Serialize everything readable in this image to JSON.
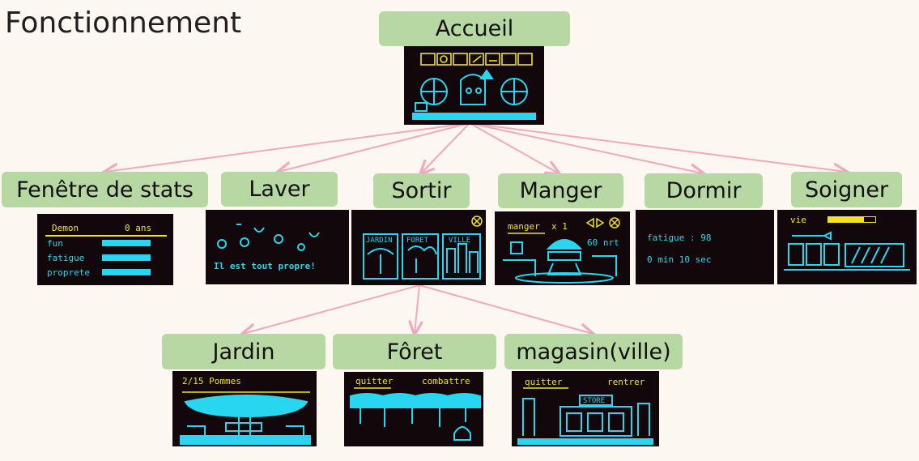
{
  "title": "Fonctionnement",
  "colors": {
    "background": "#fdf7f1",
    "label_bg": "#b7d8a3",
    "arrow": "#f1a9ba",
    "screen_bg": "#12080b",
    "cyan": "#28d7ef",
    "yellow": "#f2e31e"
  },
  "nodes": {
    "accueil": {
      "label": "Accueil"
    },
    "stats": {
      "label": "Fenêtre de stats",
      "screen": {
        "name": "Demon",
        "age": "0 ans",
        "rows": [
          {
            "label": "fun",
            "level": 1.0
          },
          {
            "label": "fatigue",
            "level": 1.0
          },
          {
            "label": "proprete",
            "level": 1.0
          }
        ]
      }
    },
    "laver": {
      "label": "Laver",
      "screen": {
        "text": "Il est tout propre!"
      }
    },
    "sortir": {
      "label": "Sortir",
      "screen": {
        "options": [
          "JARDIN",
          "FORET",
          "VILLE"
        ],
        "close_icon": "close-circle-icon"
      }
    },
    "manger": {
      "label": "Manger",
      "screen": {
        "item": "manger",
        "qty": "x 1",
        "price": "60 nrt"
      }
    },
    "dormir": {
      "label": "Dormir",
      "screen": {
        "line1": "fatigue : 98",
        "line2": "0 min 10 sec"
      }
    },
    "soigner": {
      "label": "Soigner",
      "screen": {
        "vie": "vie",
        "vie_level": 0.75
      }
    },
    "jardin": {
      "label": "Jardin",
      "screen": {
        "text": "2/15 Pommes"
      }
    },
    "foret": {
      "label": "Fôret",
      "screen": {
        "left": "quitter",
        "right": "combattre"
      }
    },
    "magasin": {
      "label": "magasin(ville)",
      "screen": {
        "left": "quitter",
        "right": "rentrer",
        "sign": "STORE"
      }
    }
  }
}
